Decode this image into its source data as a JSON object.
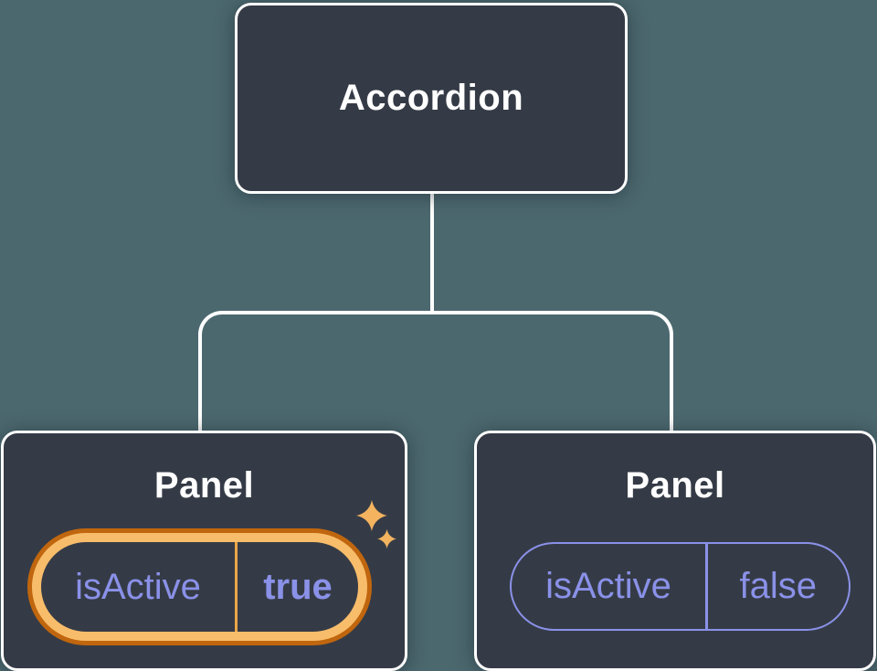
{
  "diagram": {
    "type": "component-tree",
    "palette": {
      "background_color": "#4c686f",
      "node_fill": "#353b46",
      "node_border_color": "#ffffff",
      "connector_color": "#ffffff",
      "title_text_color": "#ffffff",
      "state_text_color": "#8a91e8",
      "highlight_ring_outer_color": "#c0660e",
      "highlight_ring_inner_color": "#f8bd6b",
      "highlight_divider_color": "#eaa647",
      "sparkle_color": "#f3b35f"
    },
    "root": {
      "label": "Accordion"
    },
    "panels": [
      {
        "label": "Panel",
        "prop": "isActive",
        "value": "true",
        "highlighted": true,
        "icons": [
          "sparkle-icon",
          "sparkle-icon"
        ]
      },
      {
        "label": "Panel",
        "prop": "isActive",
        "value": "false",
        "highlighted": false
      }
    ]
  }
}
